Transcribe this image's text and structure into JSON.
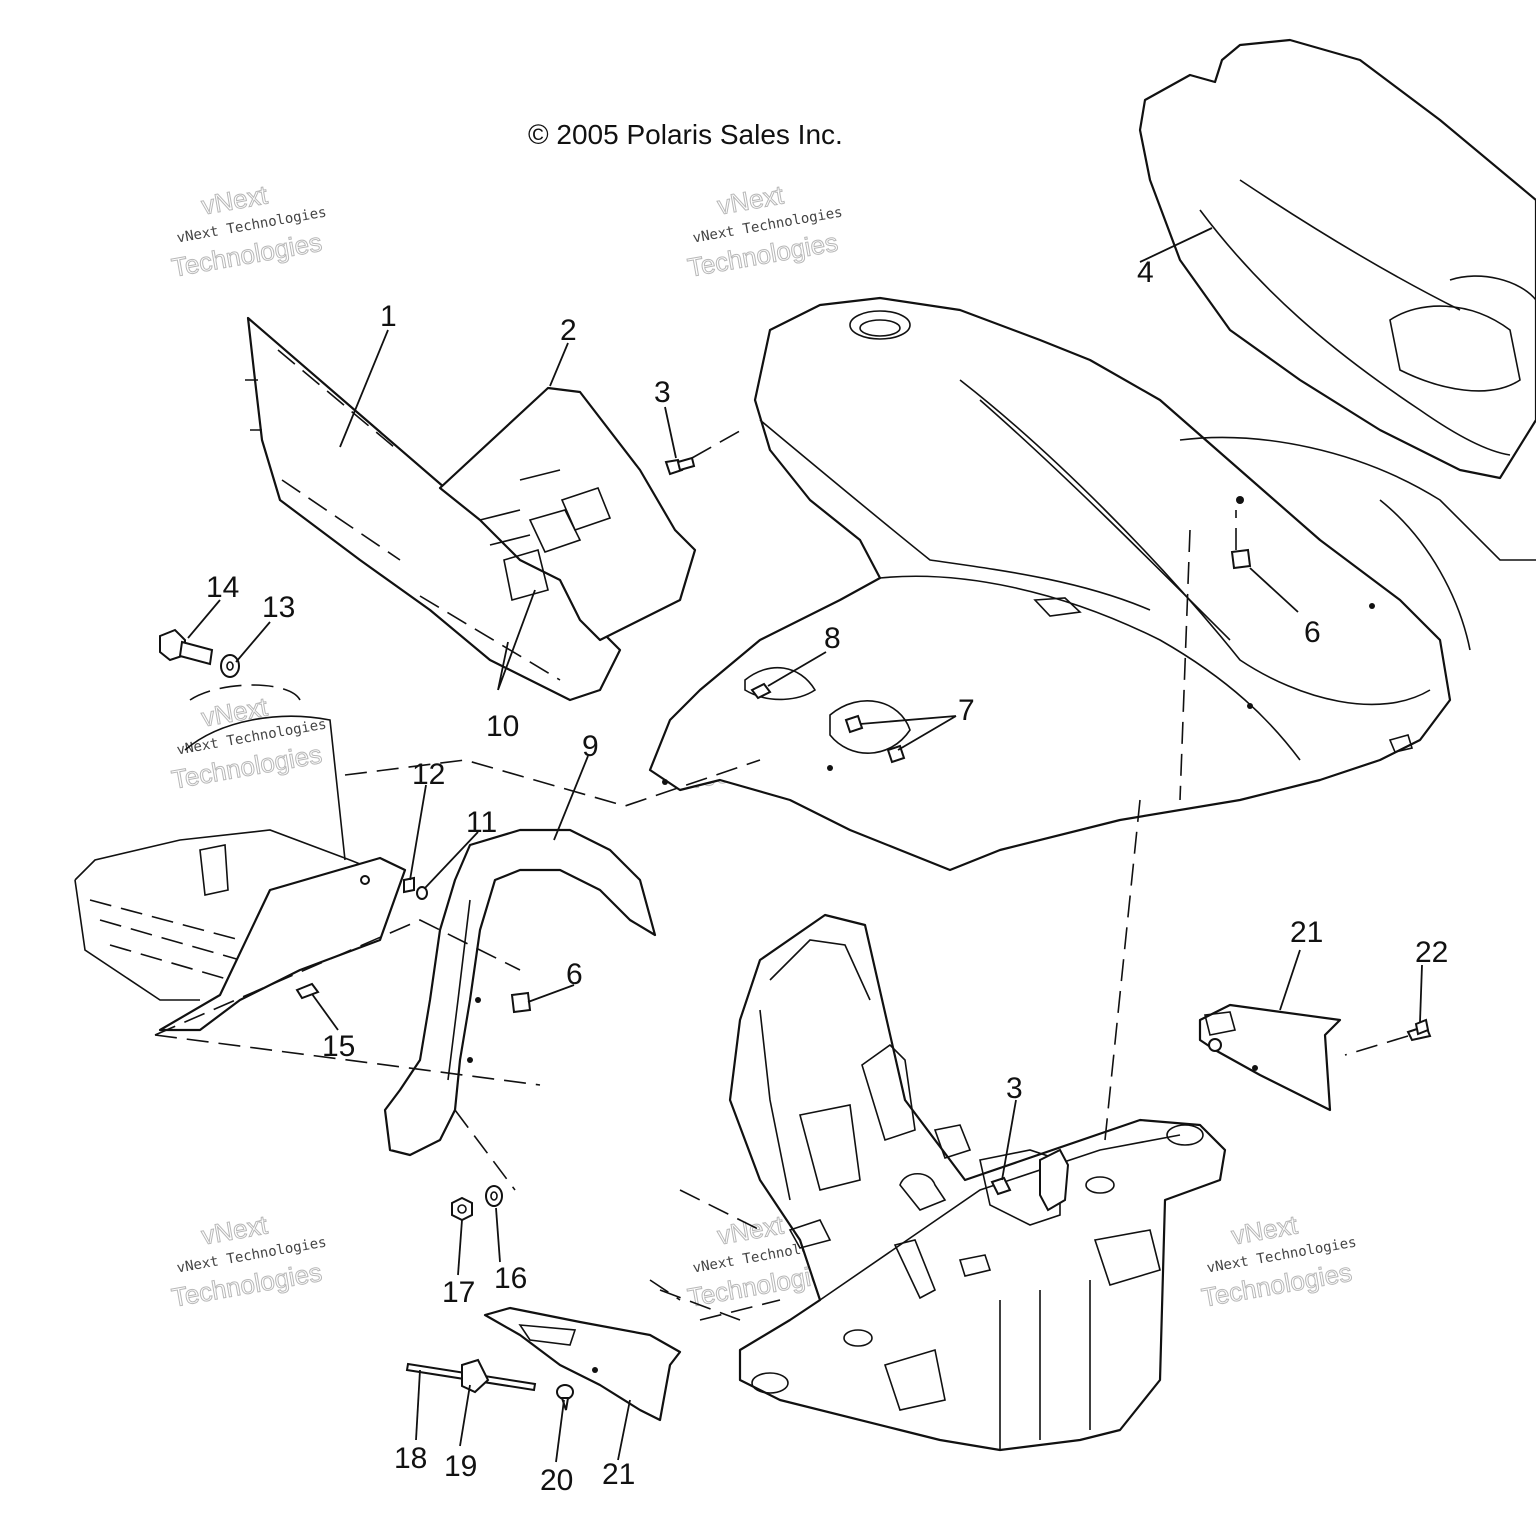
{
  "copyright": "© 2005 Polaris Sales Inc.",
  "watermark": {
    "line1": "vNext",
    "line2": "vNext Technologies",
    "line3": "Technologies"
  },
  "callouts": {
    "c1": "1",
    "c2": "2",
    "c3a": "3",
    "c3b": "3",
    "c4": "4",
    "c6a": "6",
    "c6b": "6",
    "c7": "7",
    "c8": "8",
    "c9": "9",
    "c10": "10",
    "c11": "11",
    "c12": "12",
    "c13": "13",
    "c14": "14",
    "c15": "15",
    "c16": "16",
    "c17": "17",
    "c18": "18",
    "c19": "19",
    "c20": "20",
    "c21a": "21",
    "c21b": "21",
    "c22": "22"
  }
}
